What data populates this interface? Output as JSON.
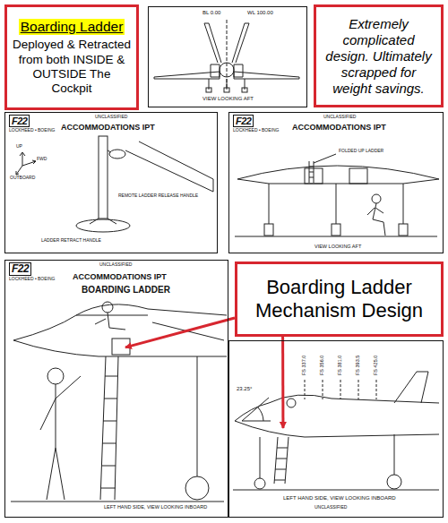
{
  "diagram": {
    "nodes": [
      {
        "text": [
          "Boarding Ladder",
          "Deployed & Retracted from both INSIDE & OUTSIDE The Cockpit"
        ]
      },
      {
        "text": [
          "BL 0.00",
          "WL 100.00",
          "VIEW LOOKING AFT"
        ]
      },
      {
        "text": [
          "Extremely complicated design. Ultimately scrapped for weight savings."
        ]
      },
      {
        "text": [
          "F22",
          "LOCKHEED • BOEING",
          "UNCLASSIFIED",
          "ACCOMMODATIONS IPT",
          "UP",
          "FWD",
          "OUTBOARD",
          "REMOTE LADDER RELEASE HANDLE",
          "LADDER RETRACT HANDLE"
        ]
      },
      {
        "text": [
          "F22",
          "LOCKHEED • BOEING",
          "UNCLASSIFIED",
          "ACCOMMODATIONS IPT",
          "FOLDED UP LADDER",
          "VIEW LOOKING AFT"
        ]
      },
      {
        "text": [
          "F22",
          "LOCKHEED • BOEING",
          "UNCLASSIFIED",
          "ACCOMMODATIONS IPT",
          "BOARDING LADDER",
          "LEFT HAND SIDE, VIEW LOOKING INBOARD"
        ]
      },
      {
        "text": [
          "Boarding Ladder Mechanism Design"
        ]
      },
      {
        "text": [
          "FS 337.0",
          "FS 356.0",
          "FS 381.0",
          "FS 393.5",
          "FS 425.0",
          "23.25°",
          "LEFT HAND SIDE, VIEW LOOKING INBOARD",
          "UNCLASSIFIED"
        ]
      }
    ],
    "edges": [
      {
        "from": 6,
        "to": 5,
        "arrow": "to"
      },
      {
        "from": 6,
        "to": 7,
        "arrow": "to"
      }
    ]
  }
}
